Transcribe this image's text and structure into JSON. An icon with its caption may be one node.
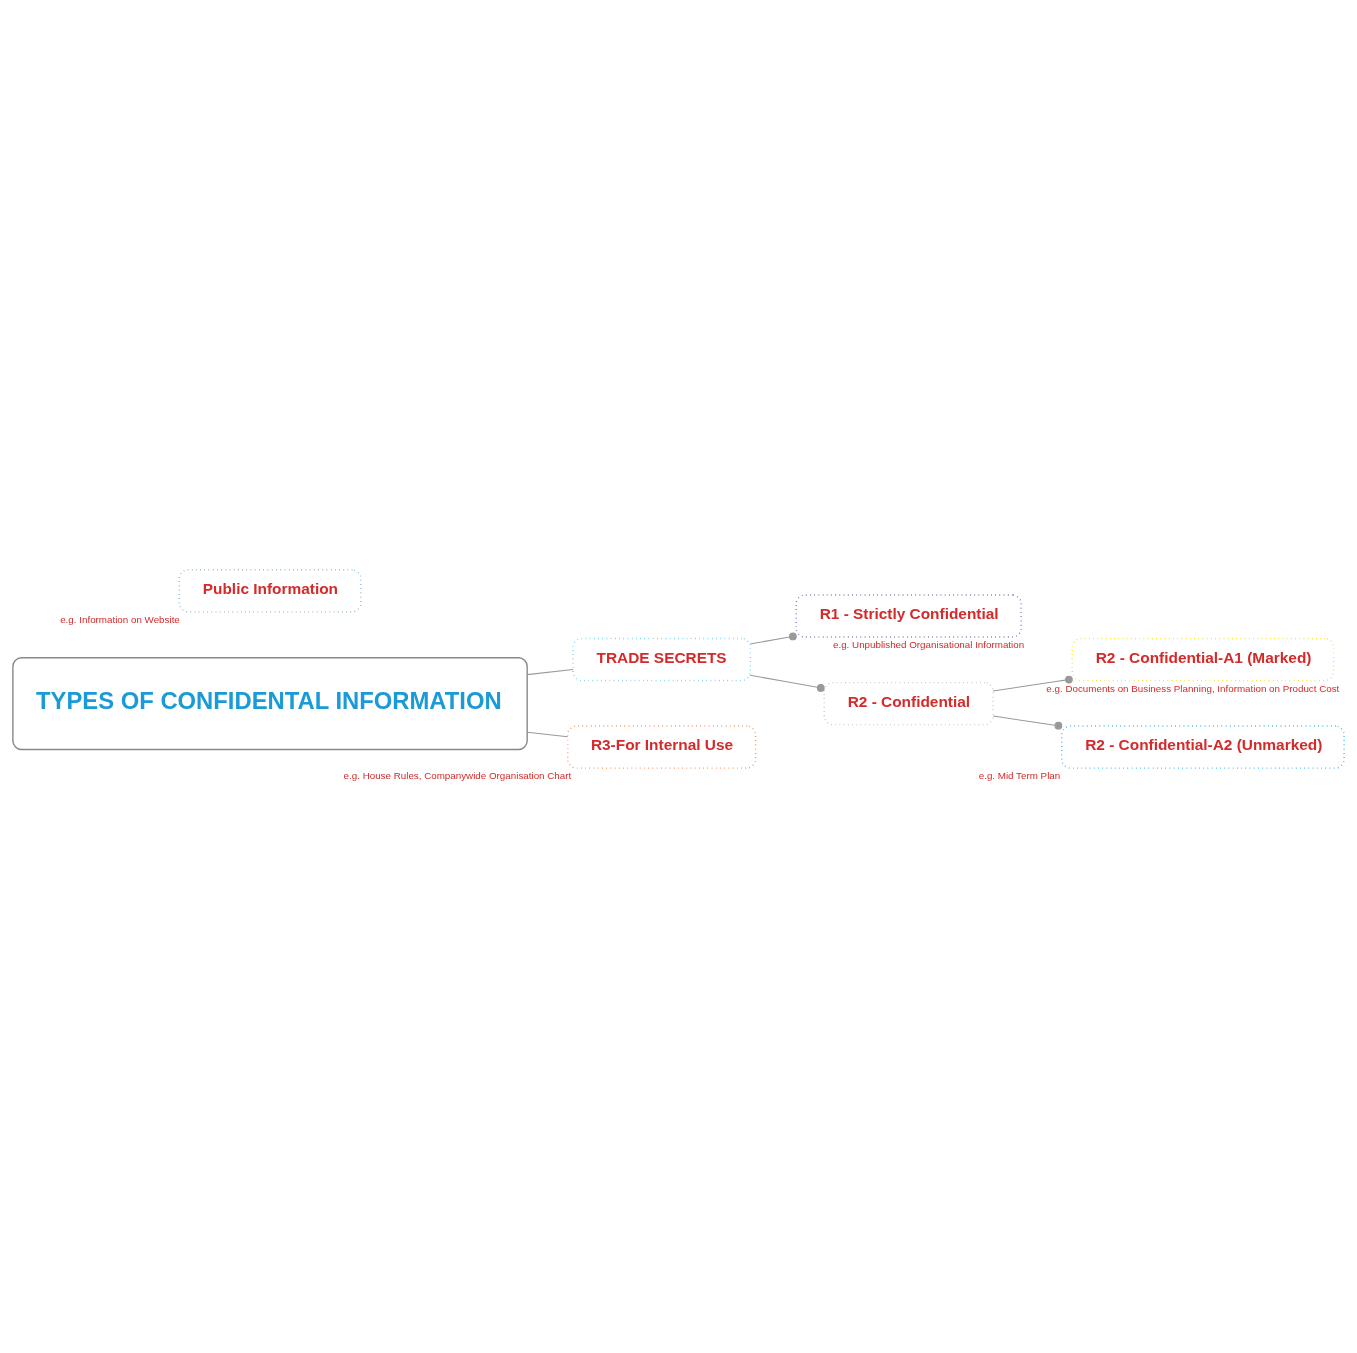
{
  "diagram": {
    "nodes": [
      {
        "text": [
          "TYPES OF CONFIDENTAL INFORMATION"
        ]
      },
      {
        "text": [
          "TRADE SECRETS"
        ]
      },
      {
        "text": [
          "R1 - Strictly Confidential"
        ],
        "beside": [
          "e.g. Unpublished Organisational Information"
        ]
      },
      {
        "text": [
          "R2 - Confidential"
        ]
      },
      {
        "text": [
          "R2 - Confidential-A1 (Marked)"
        ],
        "beside": [
          "e.g. Documents on Business Planning, Information on Product Cost"
        ]
      },
      {
        "text": [
          "R2 - Confidential-A2 (Unmarked)"
        ],
        "beside": [
          "e.g. Mid Term Plan"
        ]
      },
      {
        "text": [
          "R3-For Internal Use"
        ],
        "beside": [
          "e.g. House Rules, Companywide Organisation Chart"
        ]
      },
      {
        "text": [
          "Public Information"
        ],
        "beside": [
          "e.g. Information on Website"
        ]
      }
    ],
    "edges": [
      {
        "from": 0,
        "to": 1,
        "arrow": "none"
      },
      {
        "from": 1,
        "to": 2,
        "arrow": "other"
      },
      {
        "from": 1,
        "to": 3,
        "arrow": "other"
      },
      {
        "from": 3,
        "to": 4,
        "arrow": "other"
      },
      {
        "from": 3,
        "to": 5,
        "arrow": "other"
      },
      {
        "from": 0,
        "to": 6,
        "arrow": "none"
      }
    ]
  }
}
